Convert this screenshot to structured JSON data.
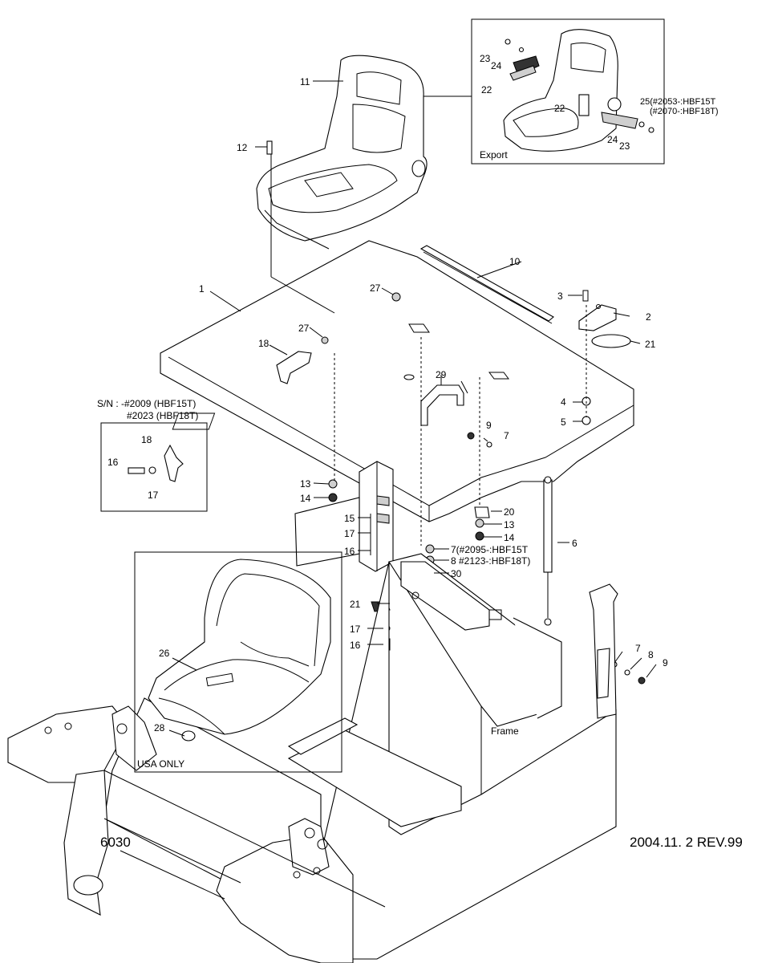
{
  "callouts": {
    "c1": "1",
    "c2": "2",
    "c3": "3",
    "c4": "4",
    "c5": "5",
    "c6": "6",
    "c7a": "7",
    "c7b": "7(#2095-:HBF15T",
    "c7c": "7",
    "c8a": "8 #2123-:HBF18T)",
    "c8b": "8",
    "c9a": "9",
    "c9b": "9",
    "c10": "10",
    "c11": "11",
    "c12": "12",
    "c13a": "13",
    "c13b": "13",
    "c14a": "14",
    "c14b": "14",
    "c15": "15",
    "c16a": "16",
    "c16b": "16",
    "c16c": "16",
    "c17a": "17",
    "c17b": "17",
    "c17c": "17",
    "c18a": "18",
    "c18b": "18",
    "c20": "20",
    "c21a": "21",
    "c21b": "21",
    "c22a": "22",
    "c22b": "22",
    "c23a": "23",
    "c23b": "23",
    "c24a": "24",
    "c24b": "24",
    "c25a": "25(#2053-:HBF15T",
    "c25b": "(#2070-:HBF18T)",
    "c26": "26",
    "c27a": "27",
    "c27b": "27",
    "c28": "28",
    "c29": "29",
    "c30": "30"
  },
  "boxes": {
    "export_label": "Export",
    "usa_label": "USA ONLY",
    "sn_line1": "S/N : -#2009 (HBF15T)",
    "sn_line2": "#2023 (HBF18T)"
  },
  "labels": {
    "frame": "Frame",
    "page_code": "6030",
    "revision": "2004.11. 2 REV.99"
  }
}
